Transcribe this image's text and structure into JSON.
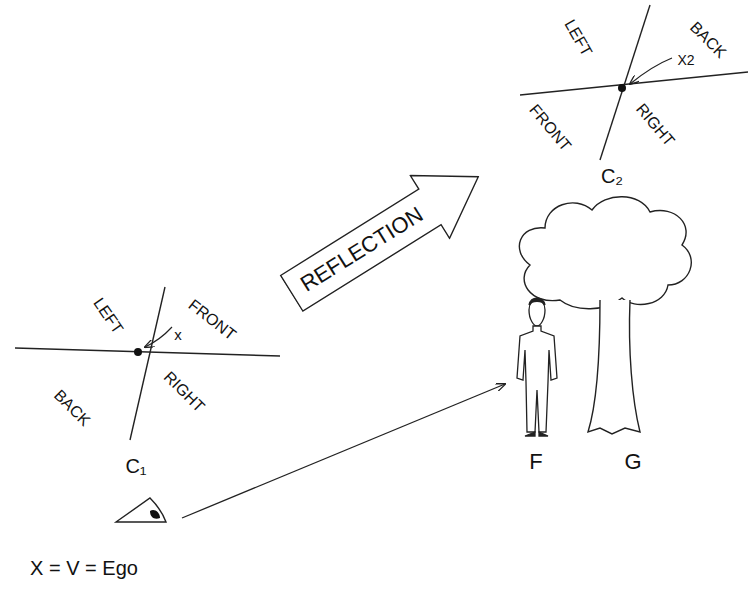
{
  "diagram": {
    "nodes": [
      {
        "text": [
          "REFLECTION"
        ]
      }
    ],
    "labels": [
      "LEFT",
      "FRONT",
      "x",
      "BACK",
      "RIGHT",
      "C₁",
      "LEFT",
      "BACK",
      "X2",
      "FRONT",
      "RIGHT",
      "C₂",
      "F",
      "G",
      "X = V = Ego"
    ]
  }
}
